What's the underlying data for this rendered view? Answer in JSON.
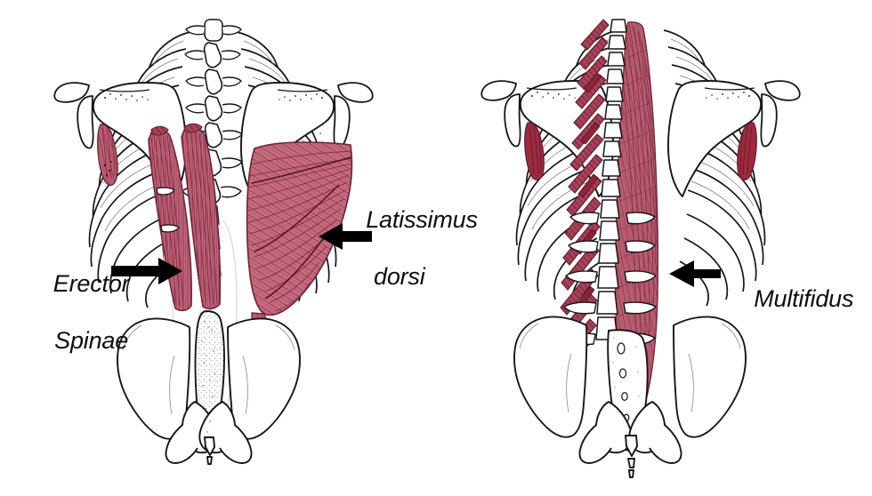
{
  "figure": {
    "title": "Posterior back muscles anatomical illustration",
    "background_color": "#ffffff",
    "panels": [
      {
        "id": "left-panel",
        "name": "superficial-and-erector-spinae-view",
        "description": "Posterior view of thoracic cage, scapulae, lumbar spine and pelvis showing erector spinae on the left side and latissimus dorsi on the right side"
      },
      {
        "id": "right-panel",
        "name": "deep-multifidus-view",
        "description": "Posterior view of thoracic cage, scapulae, vertebral column and pelvis showing the deep multifidus muscle along the spine"
      }
    ]
  },
  "labels": {
    "erector_spinae": {
      "line1": "Erector",
      "line2": "Spinae",
      "arrow_direction": "right",
      "color": "#0d0d0d"
    },
    "latissimus_dorsi": {
      "line1": "Latissimus",
      "line2": "dorsi",
      "arrow_direction": "left",
      "color": "#0d0d0d"
    },
    "multifidus": {
      "line1": "Multifidus",
      "arrow_direction": "left",
      "color": "#0d0d0d"
    }
  },
  "colors": {
    "muscle_light": "#c76e80",
    "muscle_mid": "#bd5a70",
    "muscle_dark": "#a33f55",
    "muscle_deep": "#8e2e44",
    "bone_fill": "#ffffff",
    "bone_outline": "#161616",
    "stipple": "#555555",
    "label_text": "#0d0d0d",
    "arrow": "#000000",
    "background": "#ffffff"
  },
  "structures": {
    "bones": [
      "clavicle",
      "scapula",
      "rib-cage",
      "thoracic-vertebrae",
      "lumbar-vertebrae",
      "sacrum",
      "coccyx",
      "ilium",
      "ischium",
      "humerus-head"
    ],
    "muscles": [
      "erector-spinae",
      "latissimus-dorsi",
      "multifidus",
      "teres-major",
      "thoracolumbar-fascia"
    ]
  }
}
